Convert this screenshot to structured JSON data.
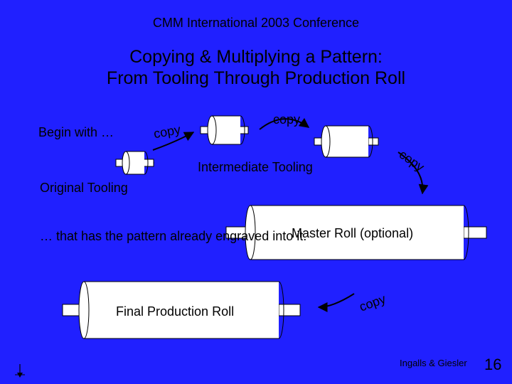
{
  "slide": {
    "header": "CMM International 2003 Conference",
    "title_line1": "Copying & Multiplying a Pattern:",
    "title_line2": "From Tooling Through Production Roll",
    "begin_text": "Begin with …",
    "original_tooling_label": "Original Tooling",
    "intermediate_tooling_label": "Intermediate Tooling",
    "engraved_text": "… that has the pattern already engraved into it.",
    "master_roll_label": "Master Roll (optional)",
    "final_roll_label": "Final Production Roll",
    "copy_arrow_labels": [
      "copy",
      "copy",
      "copy",
      "copy"
    ],
    "credits": "Ingalls & Giesler",
    "page_number": "16"
  },
  "colors": {
    "background": "#2020ff",
    "roll_fill": "#ffffff",
    "outline": "#000000"
  },
  "icons": [
    "roller-icon",
    "arrow-icon",
    "down-arrow-icon"
  ]
}
